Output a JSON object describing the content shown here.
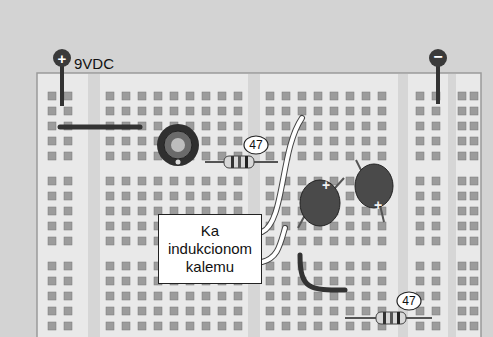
{
  "diagram": {
    "nodes": [
      {
        "text": [
          "Ka indukcionom kalemu"
        ]
      }
    ],
    "labels": [
      "+",
      "9VDC",
      "−",
      "47",
      "+",
      "+",
      "47"
    ]
  }
}
